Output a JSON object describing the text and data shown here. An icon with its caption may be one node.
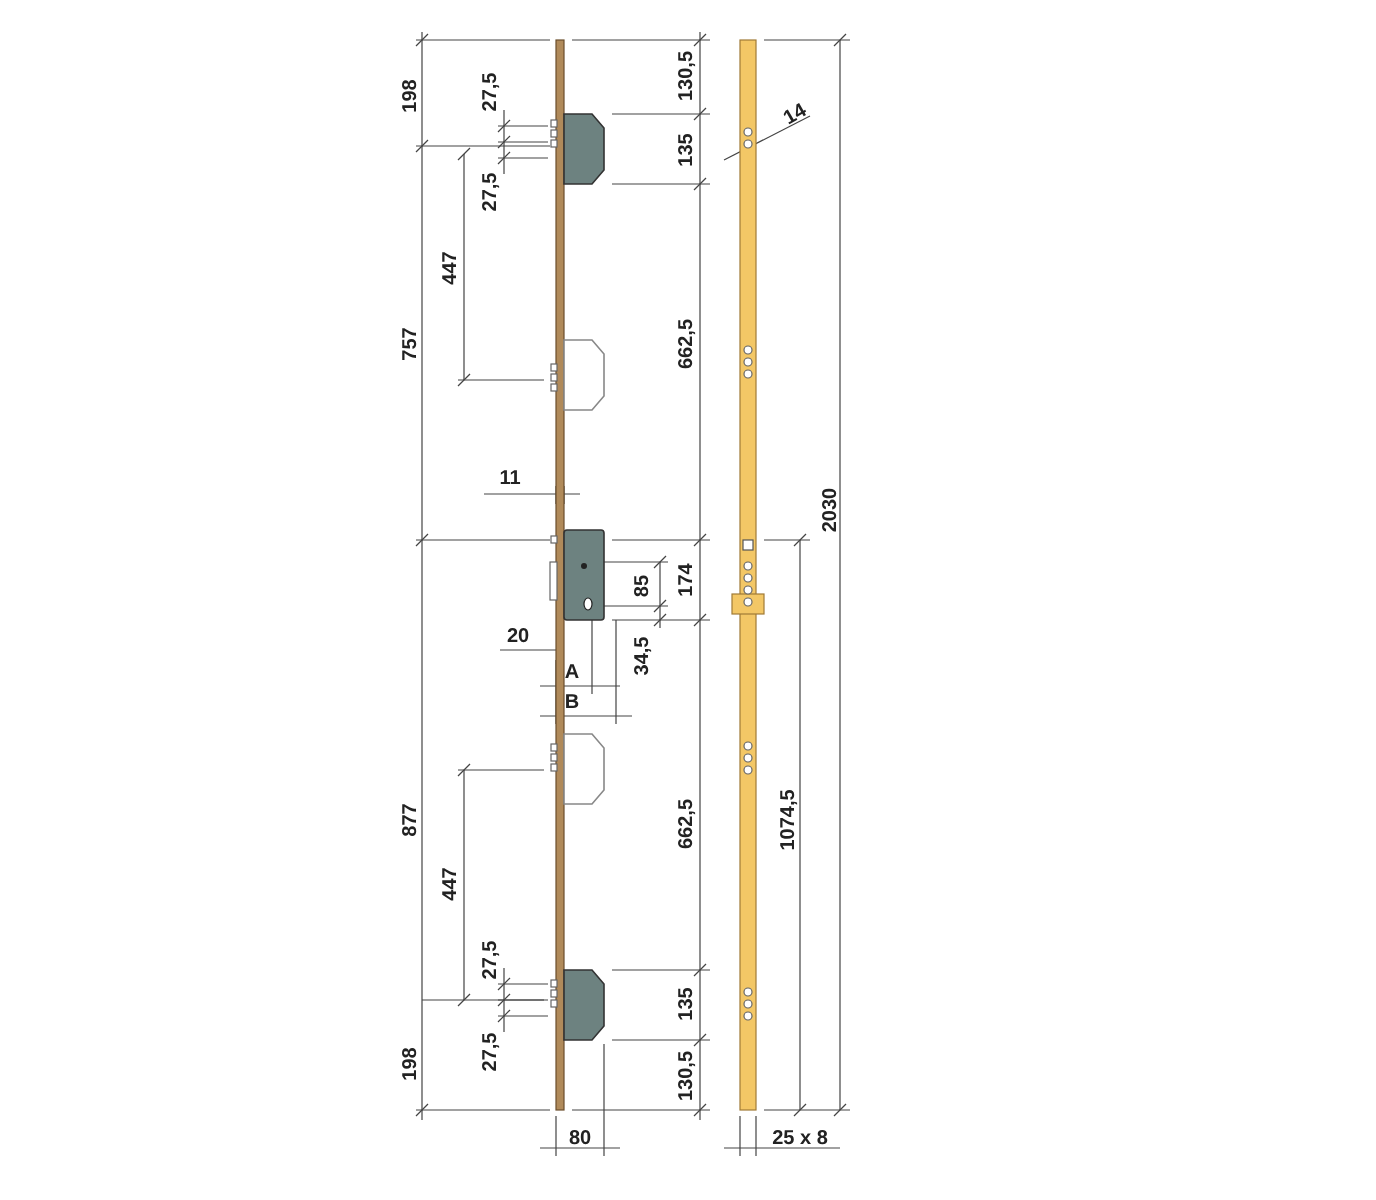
{
  "diagram": {
    "labels": [
      "198",
      "27,5",
      "27,5",
      "447",
      "757",
      "11",
      "130,5",
      "135",
      "662,5",
      "14",
      "2030",
      "85",
      "174",
      "20",
      "34,5",
      "A",
      "B",
      "877",
      "447",
      "662,5",
      "1074,5",
      "27,5",
      "135",
      "198",
      "27,5",
      "130,5",
      "80",
      "25 x 8"
    ]
  }
}
